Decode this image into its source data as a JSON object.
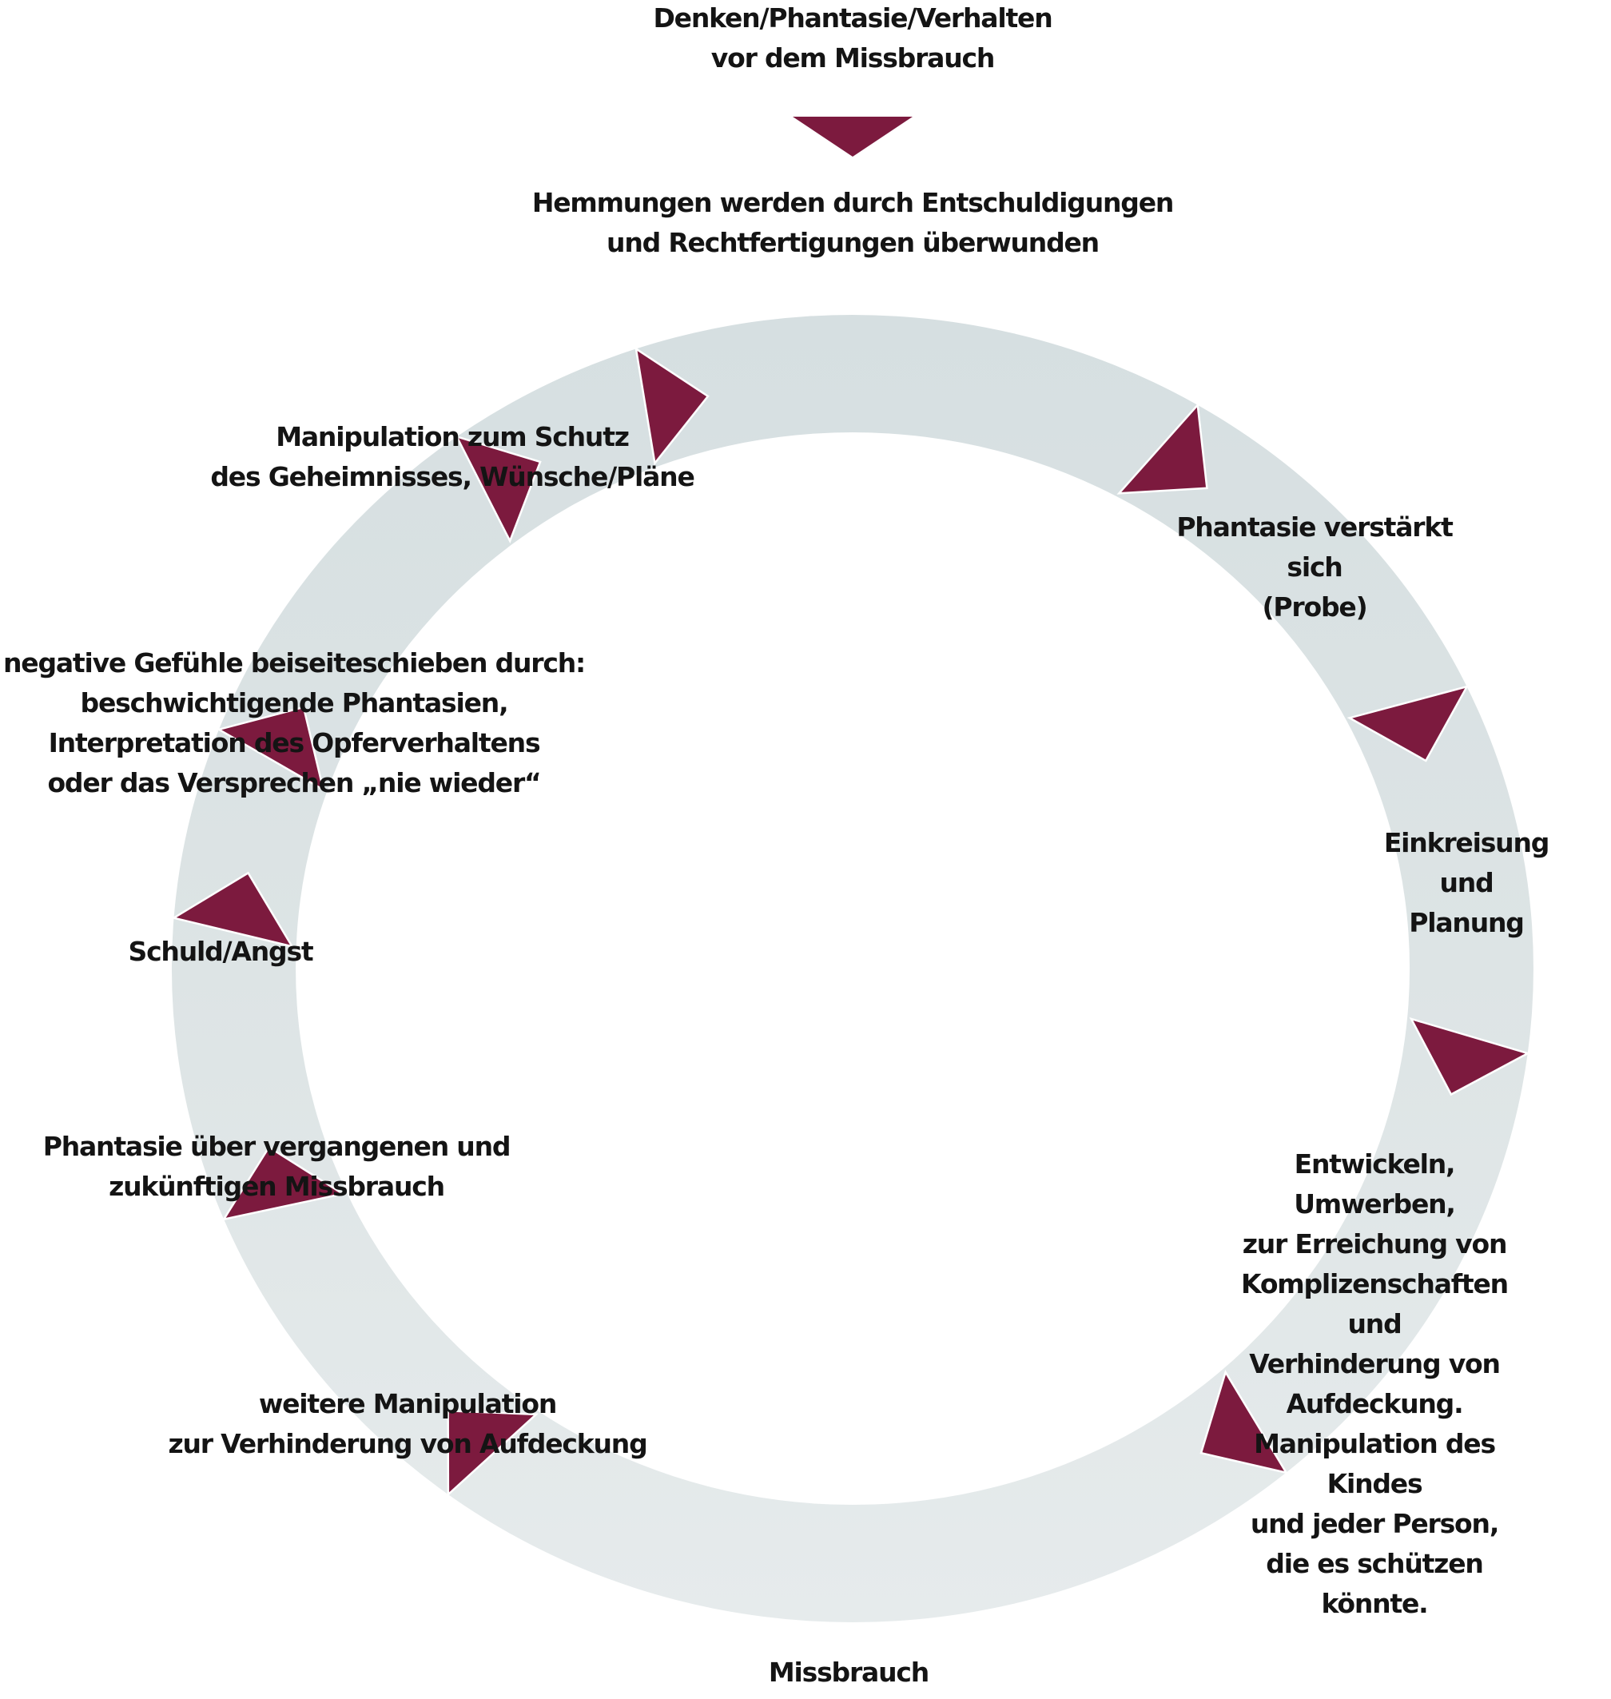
{
  "title": "Denken/Phantasie/Verhalten\nvor dem Missbrauch",
  "colors": {
    "ring": "#dfe5e6",
    "ring_shadow": "#cfd8da",
    "arrow": "#7c1a3e",
    "text": "#141414",
    "background": "#ffffff"
  },
  "entry_arrow": {
    "icon": "triangle-down-icon",
    "direction": "down"
  },
  "cycle": {
    "direction": "clockwise",
    "stages": [
      {
        "id": "hemmungen",
        "label": "Hemmungen werden durch Entschuldigungen\nund Rechtfertigungen überwunden"
      },
      {
        "id": "phantasie-verstaerkt",
        "label": "Phantasie verstärkt sich\n(Probe)"
      },
      {
        "id": "einkreisung",
        "label": "Einkreisung\nund Planung"
      },
      {
        "id": "entwickeln",
        "label": "Entwickeln, Umwerben,\nzur Erreichung von\nKomplizenschaften und\nVerhinderung von Aufdeckung.\nManipulation des Kindes\nund jeder Person,\ndie es schützen könnte."
      },
      {
        "id": "missbrauch",
        "label": "Missbrauch"
      },
      {
        "id": "weitere-manipulation",
        "label": "weitere Manipulation\nzur Verhinderung von Aufdeckung"
      },
      {
        "id": "phantasie-vergangen",
        "label": "Phantasie über vergangenen und\nzukünftigen Missbrauch"
      },
      {
        "id": "schuld-angst",
        "label": "Schuld/Angst"
      },
      {
        "id": "negative-gefuehle",
        "label": "negative Gefühle beiseiteschieben durch:\nbeschwichtigende Phantasien,\nInterpretation des Opferverhaltens\noder das Versprechen „nie wieder“"
      },
      {
        "id": "manipulation-schutz",
        "label": "Manipulation zum Schutz\ndes Geheimnisses, Wünsche/Pläne"
      }
    ],
    "arrows_count": 10
  }
}
